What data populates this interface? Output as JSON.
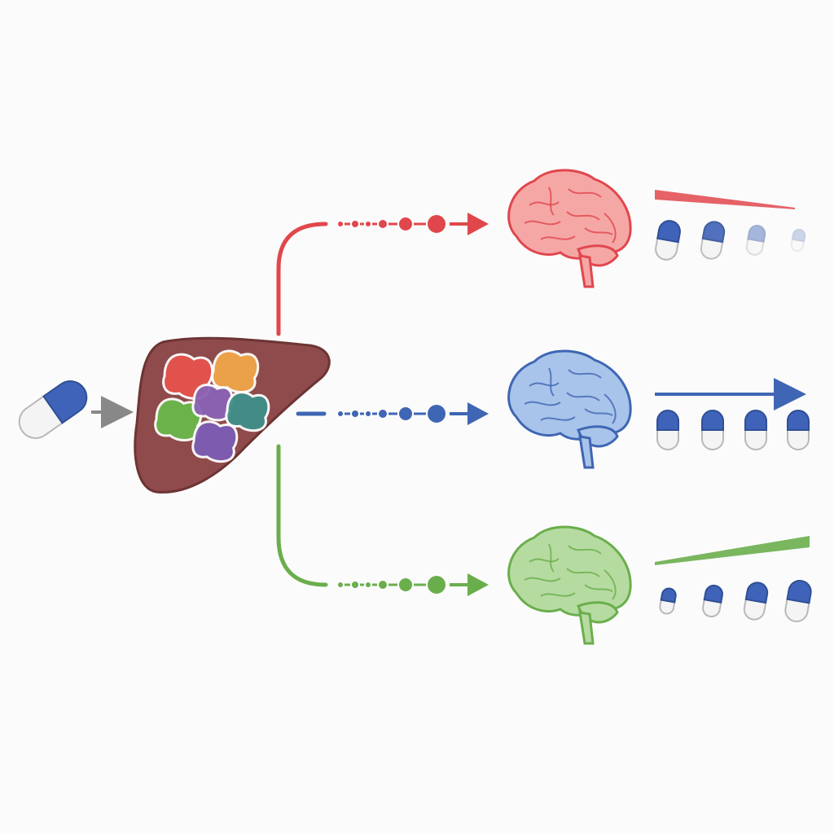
{
  "diagram": {
    "background": "#fbfbfb",
    "input_pill": {
      "icon": "capsule-icon",
      "cap_color": "#3f63b8",
      "body_color": "#f4f4f4"
    },
    "organ": {
      "icon": "liver-icon",
      "color": "#8f4b4b",
      "enzyme_colors": [
        "#e5534b",
        "#f0a64a",
        "#6bb84b",
        "#8a63b5",
        "#3f8f8a",
        "#7d5cb5"
      ]
    },
    "pathways": [
      {
        "id": "high-metabolism",
        "color": "#e0474c",
        "brain_color": "#f5a7a6",
        "trend": "decreasing",
        "pill_opacities": [
          1,
          0.9,
          0.45,
          0.25
        ],
        "pill_scales": [
          1,
          0.95,
          0.75,
          0.55
        ]
      },
      {
        "id": "normal-metabolism",
        "color": "#3f66b4",
        "brain_color": "#a9c4ea",
        "trend": "steady",
        "pill_opacities": [
          1,
          1,
          1,
          1
        ],
        "pill_scales": [
          1,
          1,
          1,
          1
        ]
      },
      {
        "id": "low-metabolism",
        "color": "#6aae4c",
        "brain_color": "#b6dba0",
        "trend": "increasing",
        "pill_opacities": [
          1,
          1,
          1,
          1
        ],
        "pill_scales": [
          0.65,
          0.8,
          0.95,
          1.05
        ]
      }
    ]
  }
}
